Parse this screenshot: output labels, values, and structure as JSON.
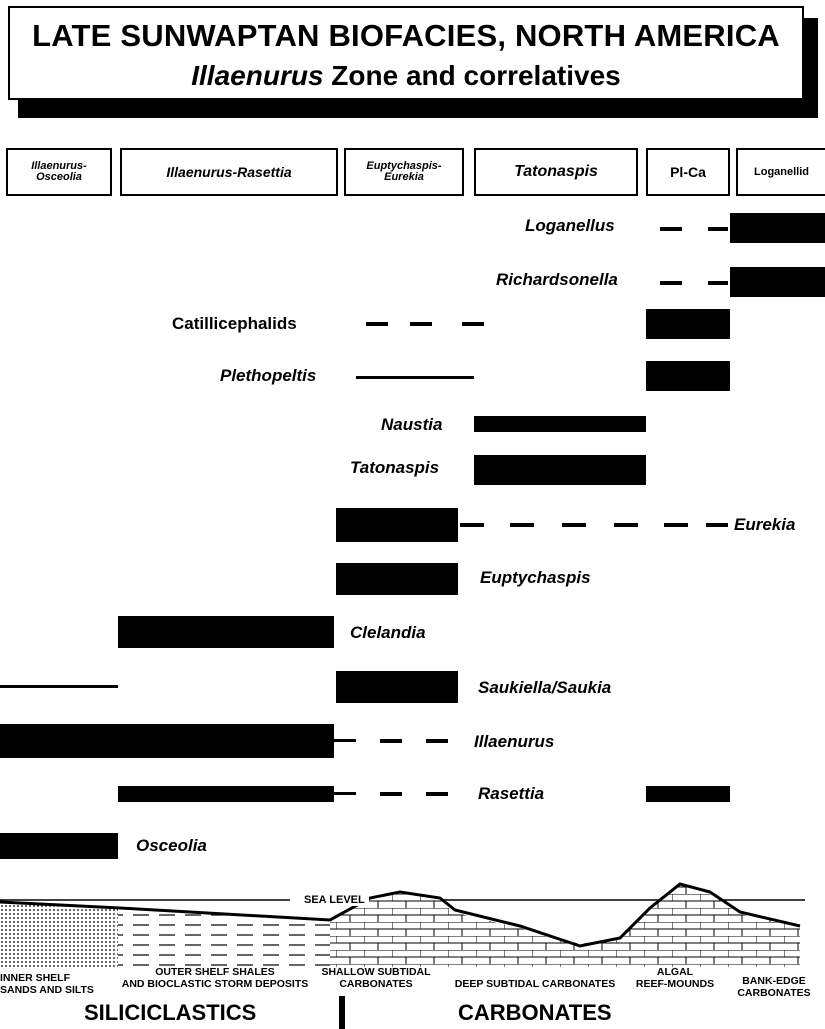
{
  "title": {
    "line1": "LATE SUNWAPTAN BIOFACIES, NORTH AMERICA",
    "line2_italic": "Illaenurus",
    "line2_rest": " Zone and correlatives"
  },
  "biofacies_headers": [
    {
      "line1": "Illaenurus-",
      "line2": "Osceolia"
    },
    {
      "line1": "Illaenurus-Rasettia",
      "line2": ""
    },
    {
      "line1": "Euptychaspis-",
      "line2": "Eurekia"
    },
    {
      "line1": "Tatonaspis",
      "line2": ""
    },
    {
      "line1": "Pl-Ca",
      "line2": ""
    },
    {
      "line1": "Loganellid",
      "line2": ""
    }
  ],
  "taxa": {
    "loganellus": "Loganellus",
    "richardsonella": "Richardsonella",
    "catillicephalids": "Catillicephalids",
    "plethopeltis": "Plethopeltis",
    "naustia": "Naustia",
    "tatonaspis": "Tatonaspis",
    "eurekia": "Eurekia",
    "euptychaspis": "Euptychaspis",
    "clelandia": "Clelandia",
    "saukiella": "Saukiella/Saukia",
    "illaenurus": "Illaenurus",
    "rasettia": "Rasettia",
    "osceolia": "Osceolia"
  },
  "profile": {
    "sea_level": "SEA LEVEL",
    "environments": [
      {
        "line1": "INNER SHELF",
        "line2": "SANDS AND SILTS"
      },
      {
        "line1": "OUTER SHELF SHALES",
        "line2": "AND BIOCLASTIC STORM DEPOSITS"
      },
      {
        "line1": "SHALLOW SUBTIDAL",
        "line2": "CARBONATES"
      },
      {
        "line1": "DEEP SUBTIDAL CARBONATES",
        "line2": ""
      },
      {
        "line1": "ALGAL",
        "line2": "REEF-MOUNDS"
      },
      {
        "line1": "BANK-EDGE",
        "line2": "CARBONATES"
      }
    ],
    "siliciclastics": "SILICICLASTICS",
    "carbonates": "CARBONATES"
  }
}
